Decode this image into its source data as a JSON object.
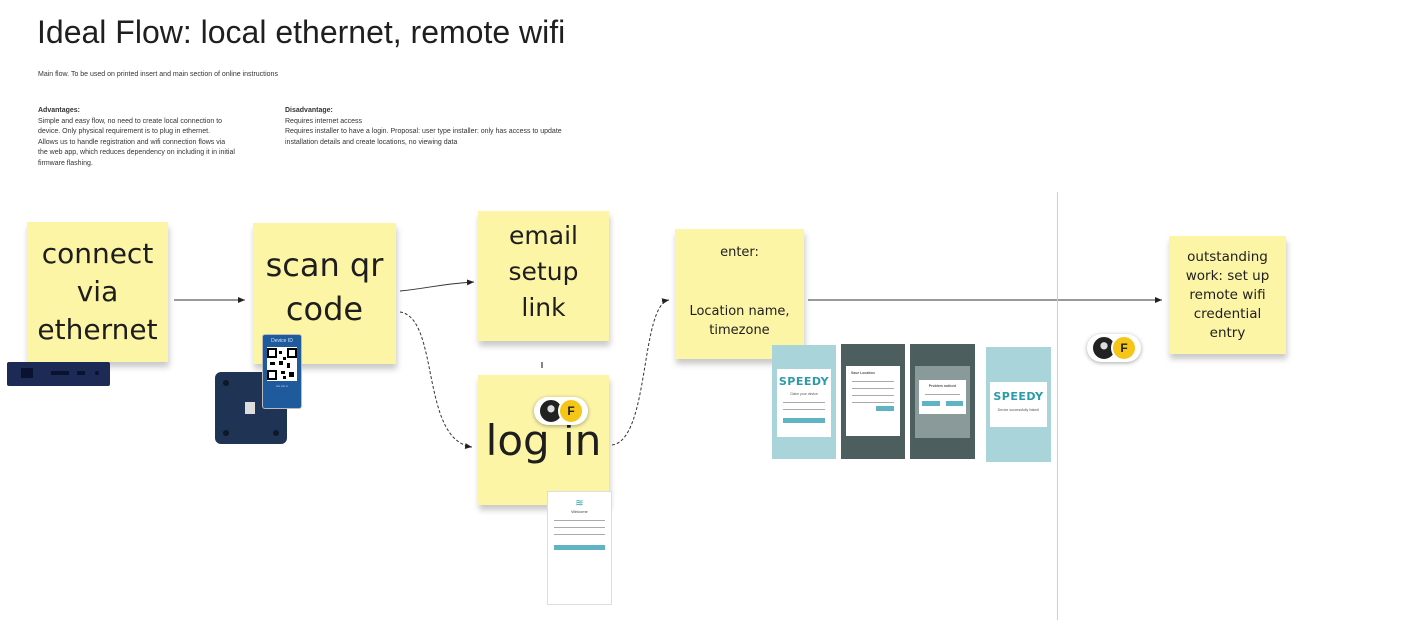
{
  "title": "Ideal Flow: local ethernet, remote wifi",
  "subtitle": "Main flow. To be used on printed insert and main section of online instructions",
  "advantages": {
    "heading": "Advantages:",
    "lines": [
      "Simple and easy flow, no need to create local connection to",
      "device. Only physical requirement is to plug in ethernet.",
      "Allows us to handle registration and wifi connection flows via",
      "the web app, which reduces dependency on including it in initial",
      "firmware flashing."
    ]
  },
  "disadvantage": {
    "heading": "Disadvantage:",
    "lines": [
      "Requires internet access",
      "Requires installer to have a login. Proposal: user type installer: only has access to update",
      "installation details and create locations, no viewing data"
    ]
  },
  "stickies": {
    "connect": [
      "connect",
      "via",
      "ethernet"
    ],
    "scan": [
      "scan qr",
      "code"
    ],
    "email": [
      "email",
      "setup",
      "link"
    ],
    "login": "log in",
    "enter_top": "enter:",
    "enter_bottom": [
      "Location name,",
      "timezone"
    ],
    "outstanding": [
      "outstanding",
      "work: set up",
      "remote wifi",
      "credential",
      "entry"
    ]
  },
  "avatars": {
    "second_initial": "F"
  },
  "device_tag": {
    "label": "Device ID"
  },
  "screens": {
    "brand": "SPEEDY",
    "screen1_text": "Claim your device",
    "screen2_title": "Save Location",
    "screen3_title": "Problem noticed",
    "screen4_text": "Device successfully linked!",
    "login_title": "Welcome"
  },
  "colors": {
    "sticky": "#fdf5a6",
    "screen_teal": "#a8d4da",
    "screen_dark": "#4d5e5f",
    "accent": "#5fb3c2",
    "hub": "#1d2a55"
  }
}
